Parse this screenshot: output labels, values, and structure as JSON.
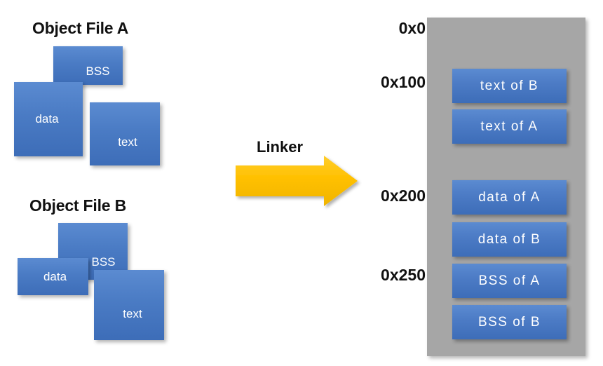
{
  "colors": {
    "section_blue_light": "#5B8BD1",
    "section_blue_dark": "#3D6DB8",
    "memory_gray": "#A6A6A6",
    "arrow_amber": "#FFC000",
    "arrow_amber_dark": "#E8A900",
    "text_dark": "#111111",
    "label_white": "#FFFFFF",
    "background": "#FFFFFF"
  },
  "object_files": [
    {
      "title": "Object File A",
      "sections": [
        {
          "name": "bss",
          "label": "BSS"
        },
        {
          "name": "data",
          "label": "data"
        },
        {
          "name": "text",
          "label": "text"
        }
      ]
    },
    {
      "title": "Object File B",
      "sections": [
        {
          "name": "bss",
          "label": "BSS"
        },
        {
          "name": "data",
          "label": "data"
        },
        {
          "name": "text",
          "label": "text"
        }
      ]
    }
  ],
  "linker": {
    "label": "Linker",
    "arrow_icon": "right-arrow-icon",
    "direction": "right"
  },
  "memory_map": {
    "address_labels": [
      {
        "value": "0x0",
        "aligns_to": "top-of-map"
      },
      {
        "value": "0x100",
        "aligns_to": "text of B"
      },
      {
        "value": "0x200",
        "aligns_to": "data of A"
      },
      {
        "value": "0x250",
        "aligns_to": "BSS of A"
      }
    ],
    "segments": [
      {
        "label": "text  of  B",
        "section": "text",
        "source": "B"
      },
      {
        "label": "text  of  A",
        "section": "text",
        "source": "A"
      },
      {
        "label": "data  of  A",
        "section": "data",
        "source": "A"
      },
      {
        "label": "data  of  B",
        "section": "data",
        "source": "B"
      },
      {
        "label": "BSS  of  A",
        "section": "bss",
        "source": "A"
      },
      {
        "label": "BSS  of  B",
        "section": "bss",
        "source": "B"
      }
    ]
  }
}
